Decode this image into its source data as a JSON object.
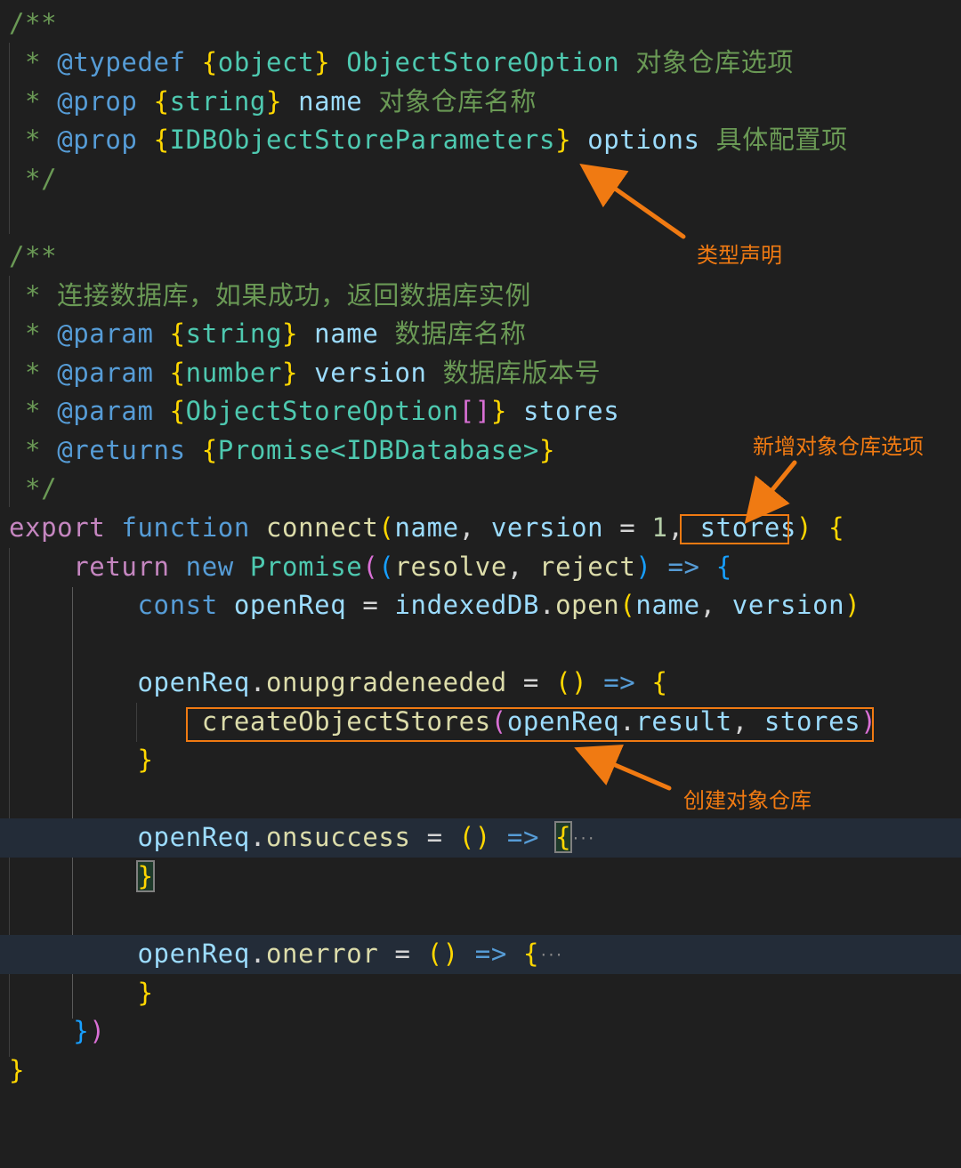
{
  "editor": {
    "theme_colors": {
      "background": "#1f1f1f",
      "highlight_line": "#232c38",
      "comment": "#6a9955",
      "jsdoc_tag": "#569cd6",
      "type": "#4ec9b0",
      "bracket_level1": "#ffd700",
      "bracket_level2": "#da70d6",
      "bracket_level3": "#179fff",
      "variable": "#9cdcfe",
      "keyword_control": "#c586c0",
      "keyword_storage": "#569cd6",
      "function": "#dcdcaa",
      "number": "#b5cea8",
      "annotation": "#f07a12"
    },
    "typedef_block": {
      "open": "/**",
      "l1": {
        "star": " * ",
        "tag": "@typedef",
        "brace_open": "{",
        "type": "object",
        "brace_close": "}",
        "name": "ObjectStoreOption",
        "desc": "对象仓库选项"
      },
      "l2": {
        "star": " * ",
        "tag": "@prop",
        "brace_open": "{",
        "type": "string",
        "brace_close": "}",
        "name": "name",
        "desc": "对象仓库名称"
      },
      "l3": {
        "star": " * ",
        "tag": "@prop",
        "brace_open": "{",
        "type": "IDBObjectStoreParameters",
        "brace_close": "}",
        "name": "options",
        "desc": "具体配置项"
      },
      "close": " */"
    },
    "connect_doc": {
      "open": "/**",
      "summary": " * 连接数据库，如果成功，返回数据库实例",
      "p1": {
        "star": " * ",
        "tag": "@param",
        "brace_open": "{",
        "type": "string",
        "brace_close": "}",
        "name": "name",
        "desc": "数据库名称"
      },
      "p2": {
        "star": " * ",
        "tag": "@param",
        "brace_open": "{",
        "type": "number",
        "brace_close": "}",
        "name": "version",
        "desc": "数据库版本号"
      },
      "p3": {
        "star": " * ",
        "tag": "@param",
        "brace_open": "{",
        "type": "ObjectStoreOption",
        "array": "[]",
        "brace_close": "}",
        "name": "stores"
      },
      "ret": {
        "star": " * ",
        "tag": "@returns",
        "brace_open": "{",
        "type": "Promise<IDBDatabase>",
        "brace_close": "}"
      },
      "close": " */"
    },
    "code": {
      "export": "export",
      "function": "function",
      "fn_name": "connect",
      "paren_open": "(",
      "param_name": "name",
      "comma": ", ",
      "param_version": "version",
      "eq": " = ",
      "default_version": "1",
      "param_stores": "stores",
      "paren_close": ")",
      "brace_open": "{",
      "return": "return",
      "new": "new",
      "promise": "Promise",
      "resolve": "resolve",
      "reject": "reject",
      "arrow": "=>",
      "const": "const",
      "openReq": "openReq",
      "indexedDB": "indexedDB",
      "open": "open",
      "onupgradeneeded": "onupgradeneeded",
      "createObjectStores": "createObjectStores",
      "result": "result",
      "onsuccess": "onsuccess",
      "onerror": "onerror",
      "brace_close": "}",
      "folded": "···"
    }
  },
  "annotations": {
    "type_declaration": "类型声明",
    "new_store_option": "新增对象仓库选项",
    "create_store": "创建对象仓库"
  }
}
